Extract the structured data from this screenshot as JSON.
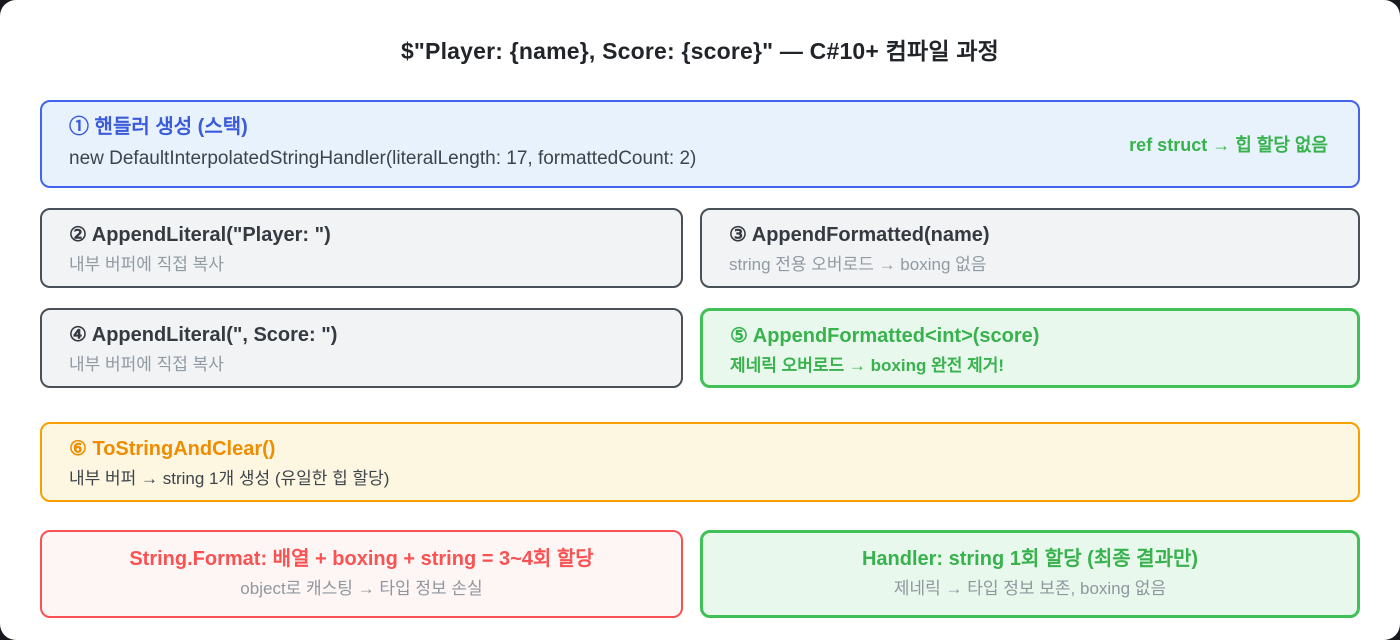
{
  "page": {
    "title": "$\"Player: {name}, Score: {score}\" — C#10+ 컴파일 과정"
  },
  "colors": {
    "blue_border": "#4263eb",
    "blue_bg": "#e7f2fd",
    "blue_text": "#3b5bdb",
    "gray_border": "#495057",
    "gray_bg": "#f1f3f5",
    "green_border": "#40c057",
    "green_bg": "#e9f8ed",
    "green_text": "#37b24d",
    "orange_border": "#f59f00",
    "orange_bg": "#fdf7e1",
    "orange_text": "#f08c00",
    "red_border": "#fa5252",
    "red_bg": "#fef5f5",
    "red_text": "#fa5252",
    "muted_text": "#8f979e",
    "dark_text": "#343a40"
  },
  "boxes": {
    "step1": {
      "title": "① 핸들러 생성 (스택)",
      "code": "new DefaultInterpolatedStringHandler(literalLength: 17, formattedCount: 2)",
      "note": "ref struct → 힙 할당 없음"
    },
    "step2": {
      "title": "② AppendLiteral(\"Player: \")",
      "subtitle": "내부 버퍼에 직접 복사"
    },
    "step3": {
      "title": "③ AppendFormatted(name)",
      "subtitle": "string 전용 오버로드 → boxing 없음"
    },
    "step4": {
      "title": "④ AppendLiteral(\", Score: \")",
      "subtitle": "내부 버퍼에 직접 복사"
    },
    "step5": {
      "title": "⑤ AppendFormatted<int>(score)",
      "subtitle": "제네릭 오버로드 → boxing 완전 제거!"
    },
    "step6": {
      "title": "⑥ ToStringAndClear()",
      "subtitle": "내부 버퍼 → string 1개 생성 (유일한 힙 할당)"
    },
    "compare_bad": {
      "title": "String.Format: 배열 + boxing + string = 3~4회 할당",
      "subtitle": "object로 캐스팅 → 타입 정보 손실"
    },
    "compare_good": {
      "title": "Handler: string 1회 할당 (최종 결과만)",
      "subtitle": "제네릭 → 타입 정보 보존, boxing 없음"
    }
  }
}
